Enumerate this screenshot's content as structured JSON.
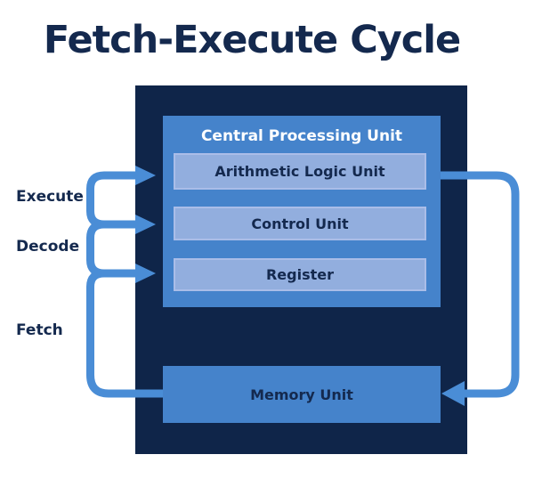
{
  "page_title": "Fetch-Execute Cycle",
  "diagram": {
    "cpu": {
      "label": "Central Processing Unit",
      "units": [
        {
          "label": "Arithmetic Logic Unit"
        },
        {
          "label": "Control Unit"
        },
        {
          "label": "Register"
        }
      ]
    },
    "memory": {
      "label": "Memory Unit"
    },
    "cycle_steps": [
      {
        "label": "Execute"
      },
      {
        "label": "Decode"
      },
      {
        "label": "Fetch"
      }
    ]
  },
  "colors": {
    "background": "#ffffff",
    "container_navy": "#0f2549",
    "box_blue": "#4583cb",
    "inner_box_blue": "#92aede",
    "arrow_blue": "#4a8dd6",
    "text_navy": "#14294e",
    "cpu_label_white": "#ffffff"
  }
}
